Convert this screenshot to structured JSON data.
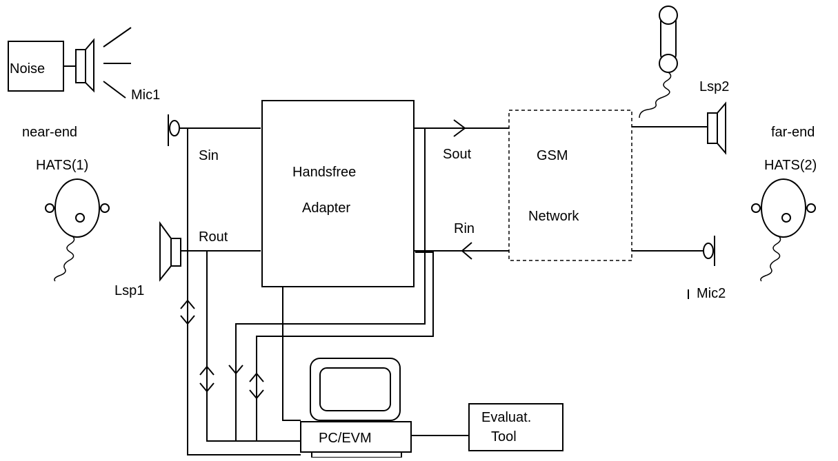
{
  "labels": {
    "noise": "Noise",
    "mic1": "Mic1",
    "near_end_line1": "near-end",
    "near_end_line2": "HATS(1)",
    "sin": "Sin",
    "rout": "Rout",
    "lsp1": "Lsp1",
    "adapter_line1": "Handsfree",
    "adapter_line2": "Adapter",
    "sout": "Sout",
    "rin": "Rin",
    "network_line1": "GSM",
    "network_line2": "Network",
    "lsp2": "Lsp2",
    "far_end_line1": "far-end",
    "far_end_line2": "HATS(2)",
    "mic2": "Mic2",
    "pc": "PC/EVM",
    "tool_line1": "Evaluat.",
    "tool_line2": "Tool"
  }
}
